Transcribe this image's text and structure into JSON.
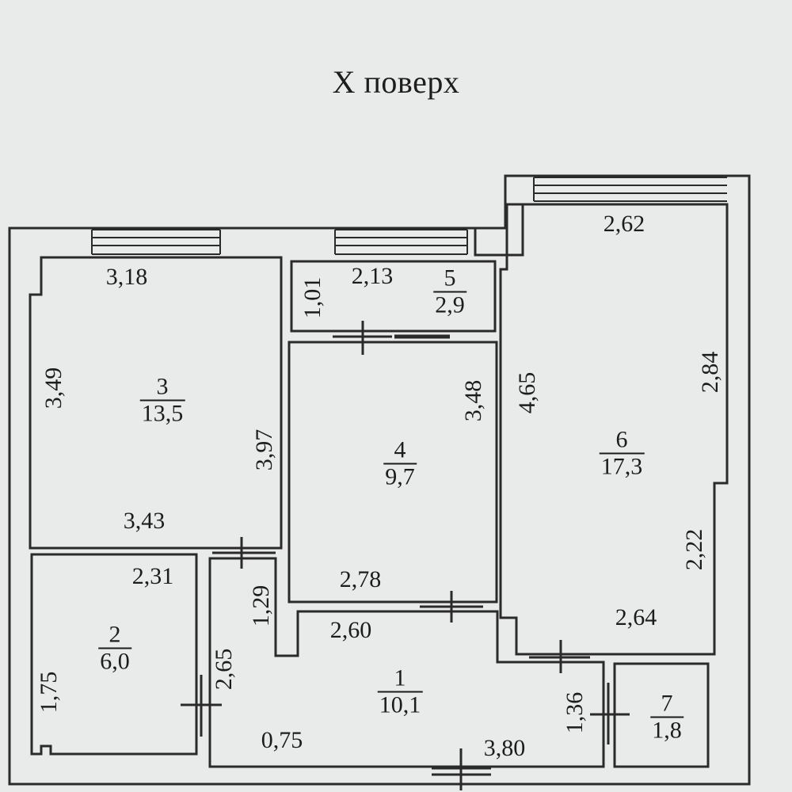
{
  "title": "X поверх",
  "rooms": [
    {
      "number": "1",
      "area": "10,1"
    },
    {
      "number": "2",
      "area": "6,0"
    },
    {
      "number": "3",
      "area": "13,5"
    },
    {
      "number": "4",
      "area": "9,7"
    },
    {
      "number": "5",
      "area": "2,9"
    },
    {
      "number": "6",
      "area": "17,3"
    },
    {
      "number": "7",
      "area": "1,8"
    }
  ],
  "dimensions": {
    "r3_top": "3,18",
    "r3_left": "3,49",
    "r3_right": "3,97",
    "r3_bottom": "3,43",
    "r5_top": "2,13",
    "r5_left": "1,01",
    "r4_right": "3,48",
    "r4_bottom": "2,78",
    "r6_top": "2,62",
    "r6_left": "4,65",
    "r6_right_upper": "2,84",
    "r6_right_lower": "2,22",
    "r6_bottom": "2,64",
    "r2_top": "2,31",
    "r2_left": "1,75",
    "r2_right": "2,65",
    "hall_left": "1,29",
    "hall_top": "2,60",
    "hall_bottom_left": "0,75",
    "hall_bottom": "3,80",
    "hall_right": "1,36"
  }
}
